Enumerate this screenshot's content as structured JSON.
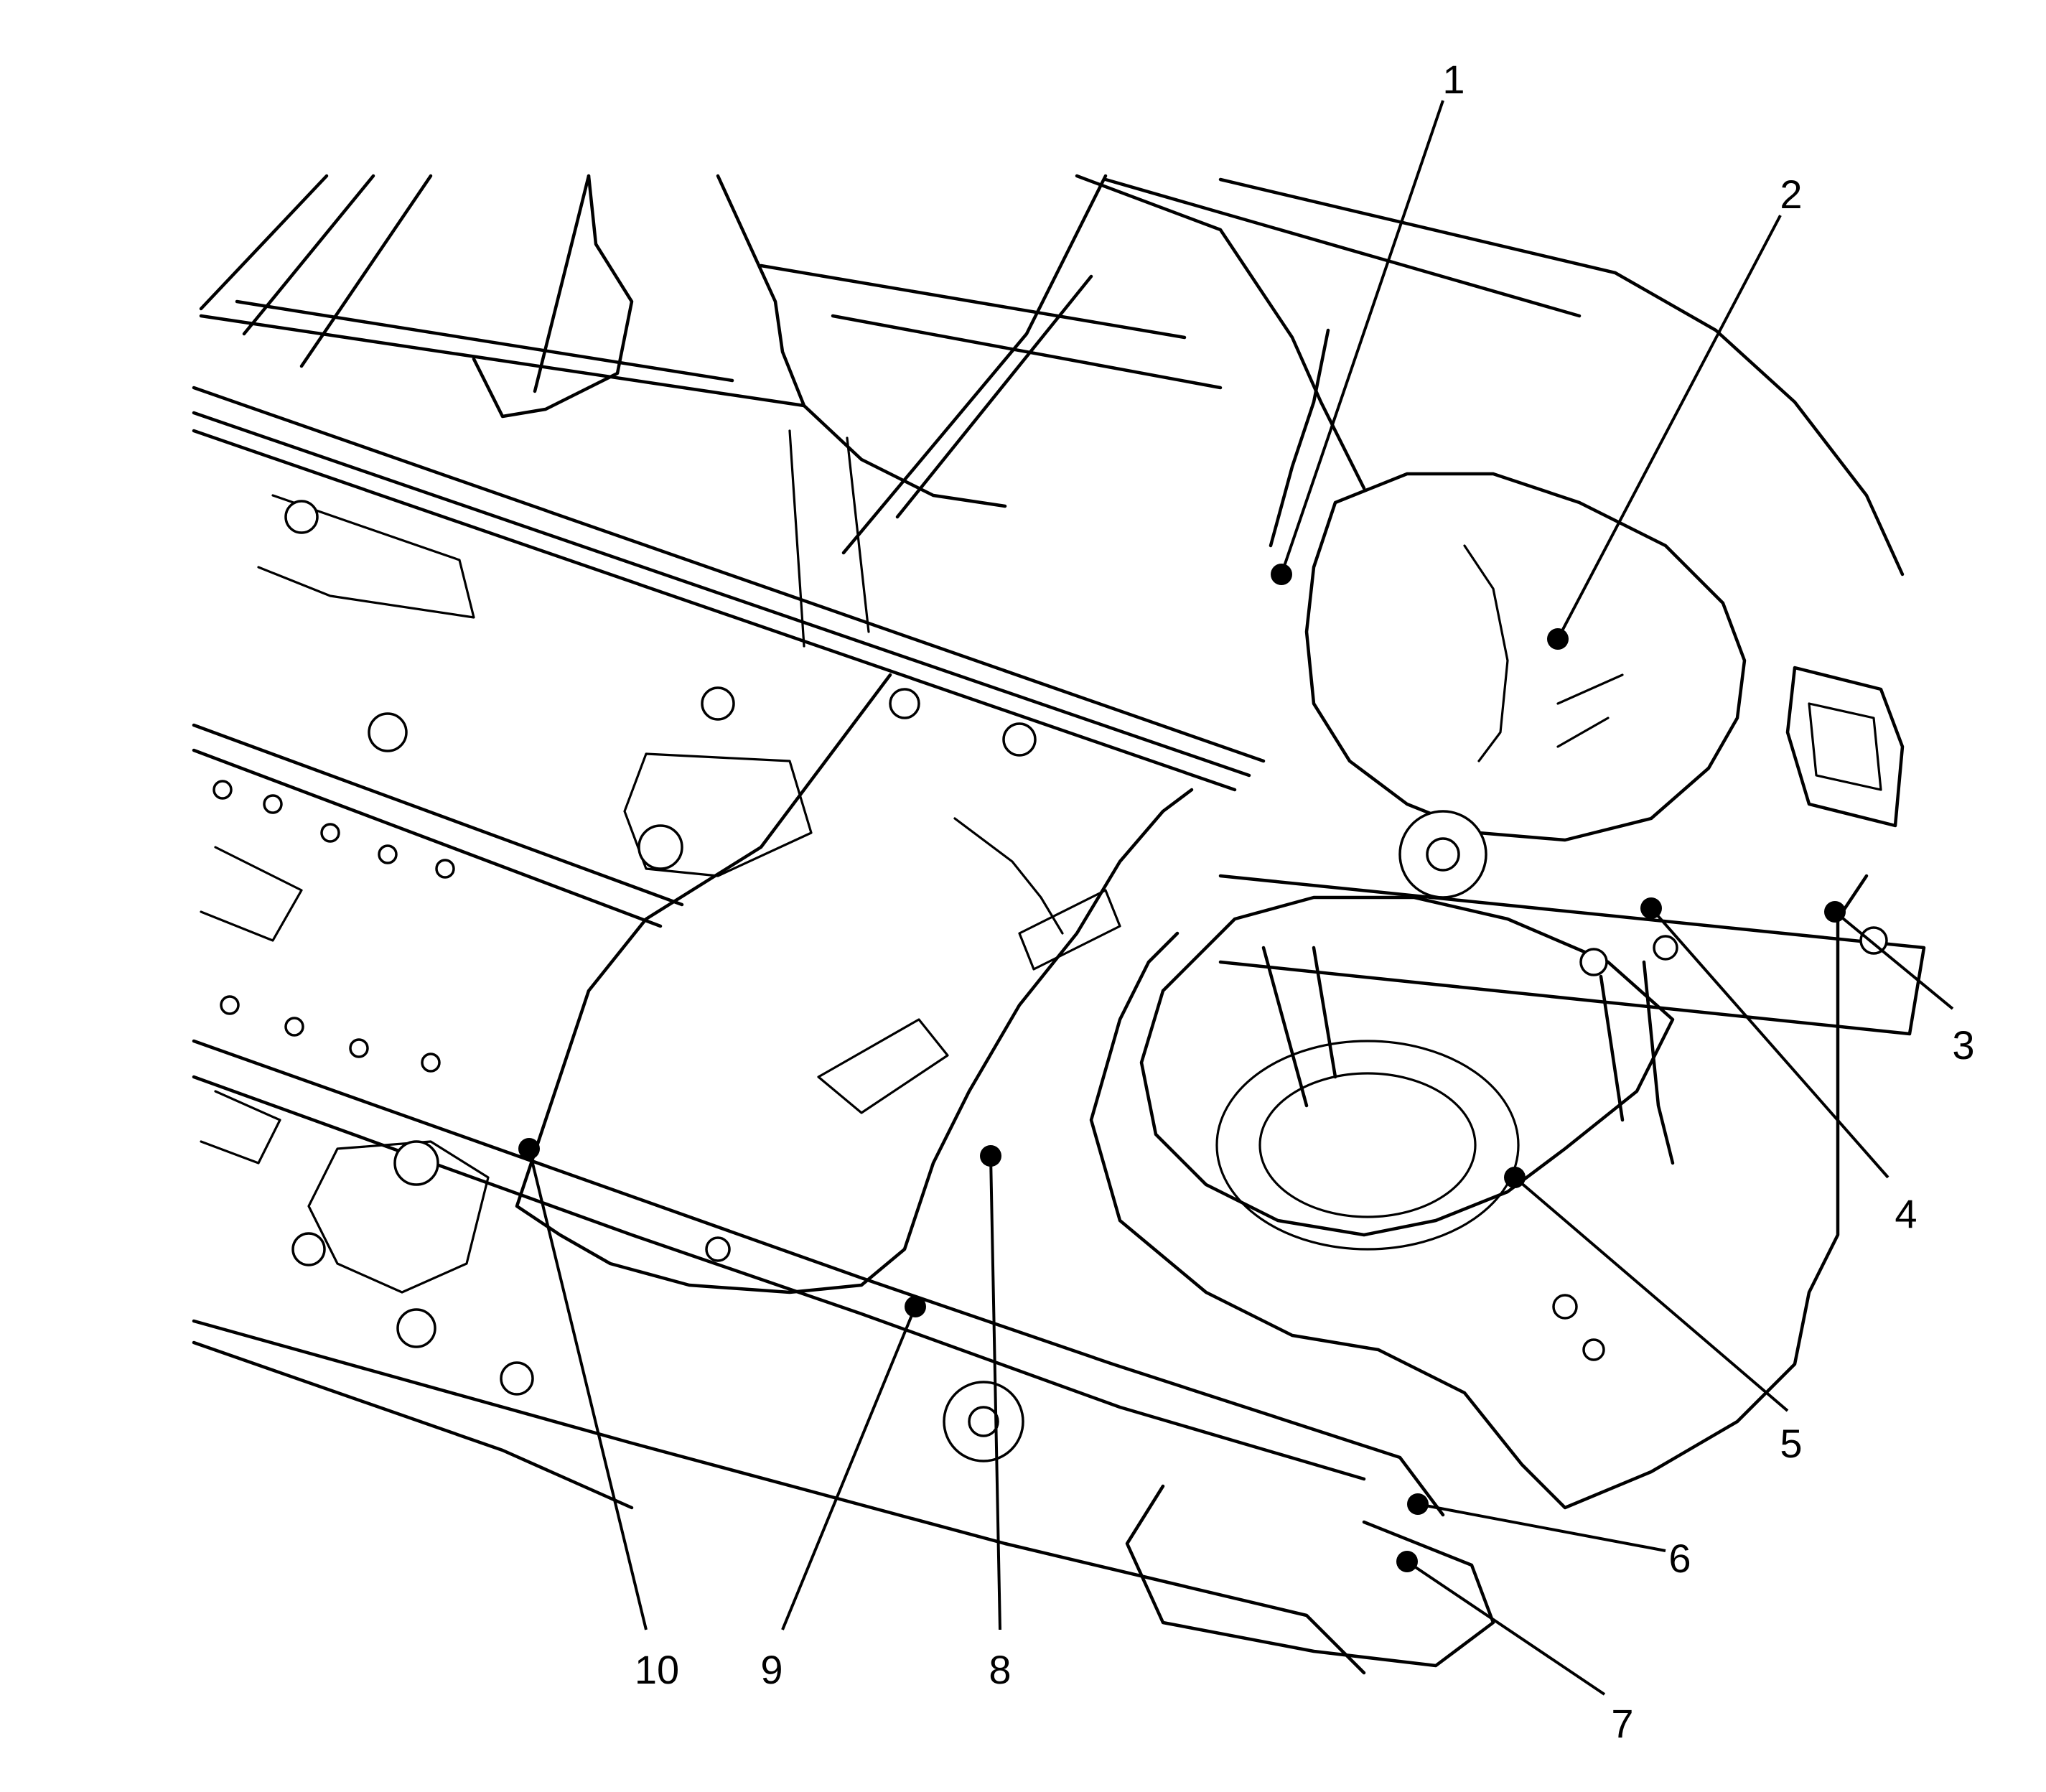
{
  "callouts": [
    {
      "id": "callout-1",
      "label": "1"
    },
    {
      "id": "callout-2",
      "label": "2"
    },
    {
      "id": "callout-3",
      "label": "3"
    },
    {
      "id": "callout-4",
      "label": "4"
    },
    {
      "id": "callout-5",
      "label": "5"
    },
    {
      "id": "callout-6",
      "label": "6"
    },
    {
      "id": "callout-7",
      "label": "7"
    },
    {
      "id": "callout-8",
      "label": "8"
    },
    {
      "id": "callout-9",
      "label": "9"
    },
    {
      "id": "callout-10",
      "label": "10"
    }
  ],
  "colors": {
    "line": "#000000",
    "background": "#ffffff"
  }
}
